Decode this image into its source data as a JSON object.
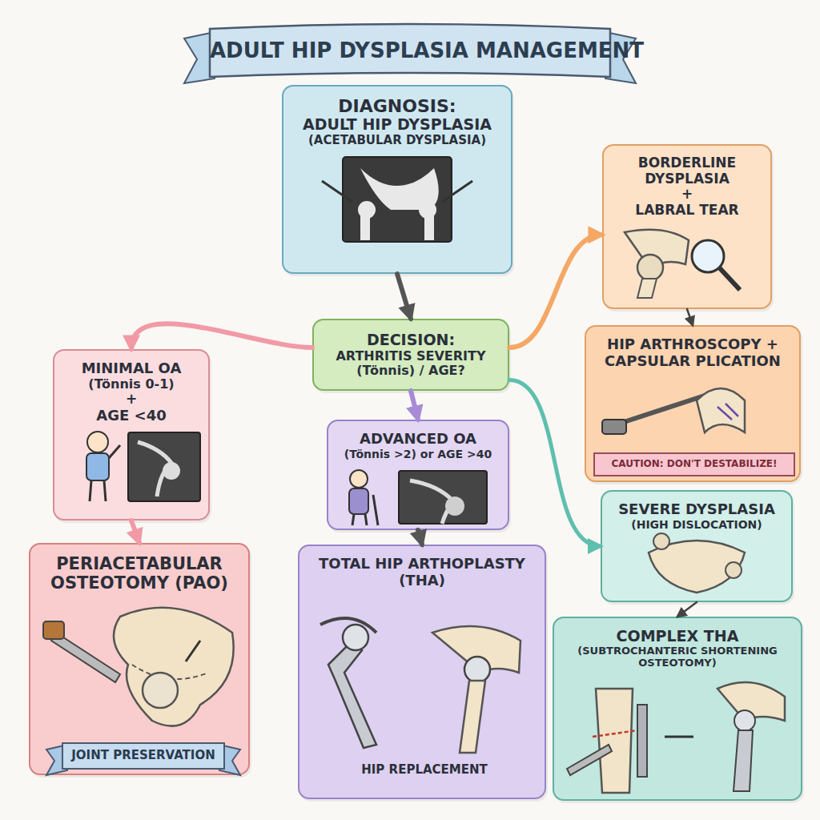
{
  "diagram": {
    "title": "ADULT HIP DYSPLASIA MANAGEMENT",
    "nodes": [
      {
        "text": [
          "DIAGNOSIS:",
          "ADULT HIP DYSPLASIA",
          "(ACETABULAR DYSPLASIA)"
        ]
      },
      {
        "text": [
          "DECISION:",
          "ARTHRITIS SEVERITY (Tönnis) / AGE?"
        ]
      },
      {
        "text": [
          "MINIMAL OA",
          "(Tönnis 0-1)",
          "+",
          "AGE <40"
        ]
      },
      {
        "text": [
          "PERIACETABULAR OSTEOTOMY (PAO)"
        ]
      },
      {
        "text": [
          "ADVANCED OA",
          "(Tönnis >2) or AGE >40"
        ]
      },
      {
        "text": [
          "TOTAL HIP ARTHOPLASTY (THA)"
        ]
      },
      {
        "text": [
          "BORDERLINE DYSPLASIA",
          "+",
          "LABRAL TEAR"
        ]
      },
      {
        "text": [
          "HIP ARTHROSCOPY + CAPSULAR PLICATION"
        ]
      },
      {
        "text": [
          "SEVERE DYSPLASIA",
          "(HIGH DISLOCATION)"
        ]
      },
      {
        "text": [
          "COMPLEX THA",
          "(SUBTROCHANTERIC SHORTENING OSTEOTOMY)"
        ]
      }
    ],
    "edges": [
      {
        "from": 0,
        "to": 1,
        "arrow": "to"
      },
      {
        "from": 1,
        "to": 2,
        "arrow": "to"
      },
      {
        "from": 2,
        "to": 3,
        "arrow": "to"
      },
      {
        "from": 1,
        "to": 4,
        "arrow": "to"
      },
      {
        "from": 4,
        "to": 5,
        "arrow": "to"
      },
      {
        "from": 1,
        "to": 6,
        "arrow": "to"
      },
      {
        "from": 6,
        "to": 7,
        "arrow": "to"
      },
      {
        "from": 1,
        "to": 8,
        "arrow": "to"
      },
      {
        "from": 8,
        "to": 9,
        "arrow": "to"
      }
    ],
    "labels": [
      "JOINT PRESERVATION",
      "HIP REPLACEMENT",
      "CAUTION: DON'T DESTABILIZE!"
    ]
  }
}
